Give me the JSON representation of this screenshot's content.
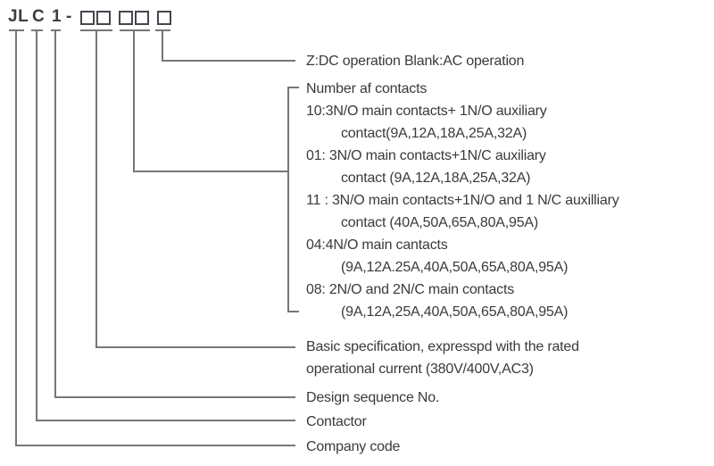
{
  "model_code": {
    "company": "JL",
    "contactor": "C",
    "design": "1",
    "dash": "-"
  },
  "callouts": {
    "operation": "Z:DC operation Blank:AC operation",
    "contacts": {
      "heading": "Number af contacts",
      "lines": [
        {
          "text": "10:3N/O main contacts+ 1N/O auxiliary"
        },
        {
          "text": "contact(9A,12A,18A,25A,32A)"
        },
        {
          "text": "01: 3N/O main contacts+1N/C auxiliary"
        },
        {
          "text": "contact (9A,12A,18A,25A,32A)"
        },
        {
          "text": "11 : 3N/O main contacts+1N/O and 1 N/C auxilliary"
        },
        {
          "text": "contact (40A,50A,65A,80A,95A)"
        },
        {
          "text": "04:4N/O main cantacts"
        },
        {
          "text": "(9A,12A.25A,40A,50A,65A,80A,95A)"
        },
        {
          "text": "08: 2N/O and 2N/C main contacts"
        },
        {
          "text": "(9A,12A,25A,40A,50A,65A,80A,95A)"
        }
      ]
    },
    "basic_spec_line1": "Basic specification, expresspd with the rated",
    "basic_spec_line2": "operational current (380V/400V,AC3)",
    "design_sequence": "Design sequence No.",
    "contactor": "Contactor",
    "company_code": "Company code"
  },
  "colors": {
    "line": "#76767a",
    "text": "#3a3a3a"
  }
}
